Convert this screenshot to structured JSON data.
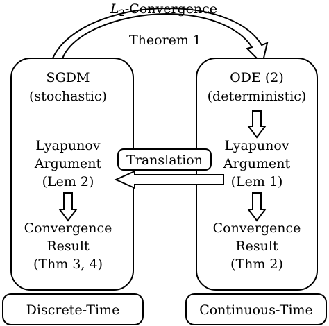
{
  "top": {
    "title_main": "L",
    "title_sub": "2",
    "title_rest": "-Convergence",
    "theorem": "Theorem 1"
  },
  "left_panel": {
    "title_line1": "SGDM",
    "title_line2": "(stochastic)",
    "lyap_line1": "Lyapunov",
    "lyap_line2": "Argument",
    "lyap_line3": "(Lem 2)",
    "conv_line1": "Convergence",
    "conv_line2": "Result",
    "conv_line3": "(Thm 3, 4)"
  },
  "right_panel": {
    "title_line1": "ODE (2)",
    "title_line2": "(deterministic)",
    "lyap_line1": "Lyapunov",
    "lyap_line2": "Argument",
    "lyap_line3": "(Lem 1)",
    "conv_line1": "Convergence",
    "conv_line2": "Result",
    "conv_line3": "(Thm 2)"
  },
  "middle": {
    "translation": "Translation"
  },
  "bottom": {
    "left_label": "Discrete-Time",
    "right_label": "Continuous-Time"
  }
}
